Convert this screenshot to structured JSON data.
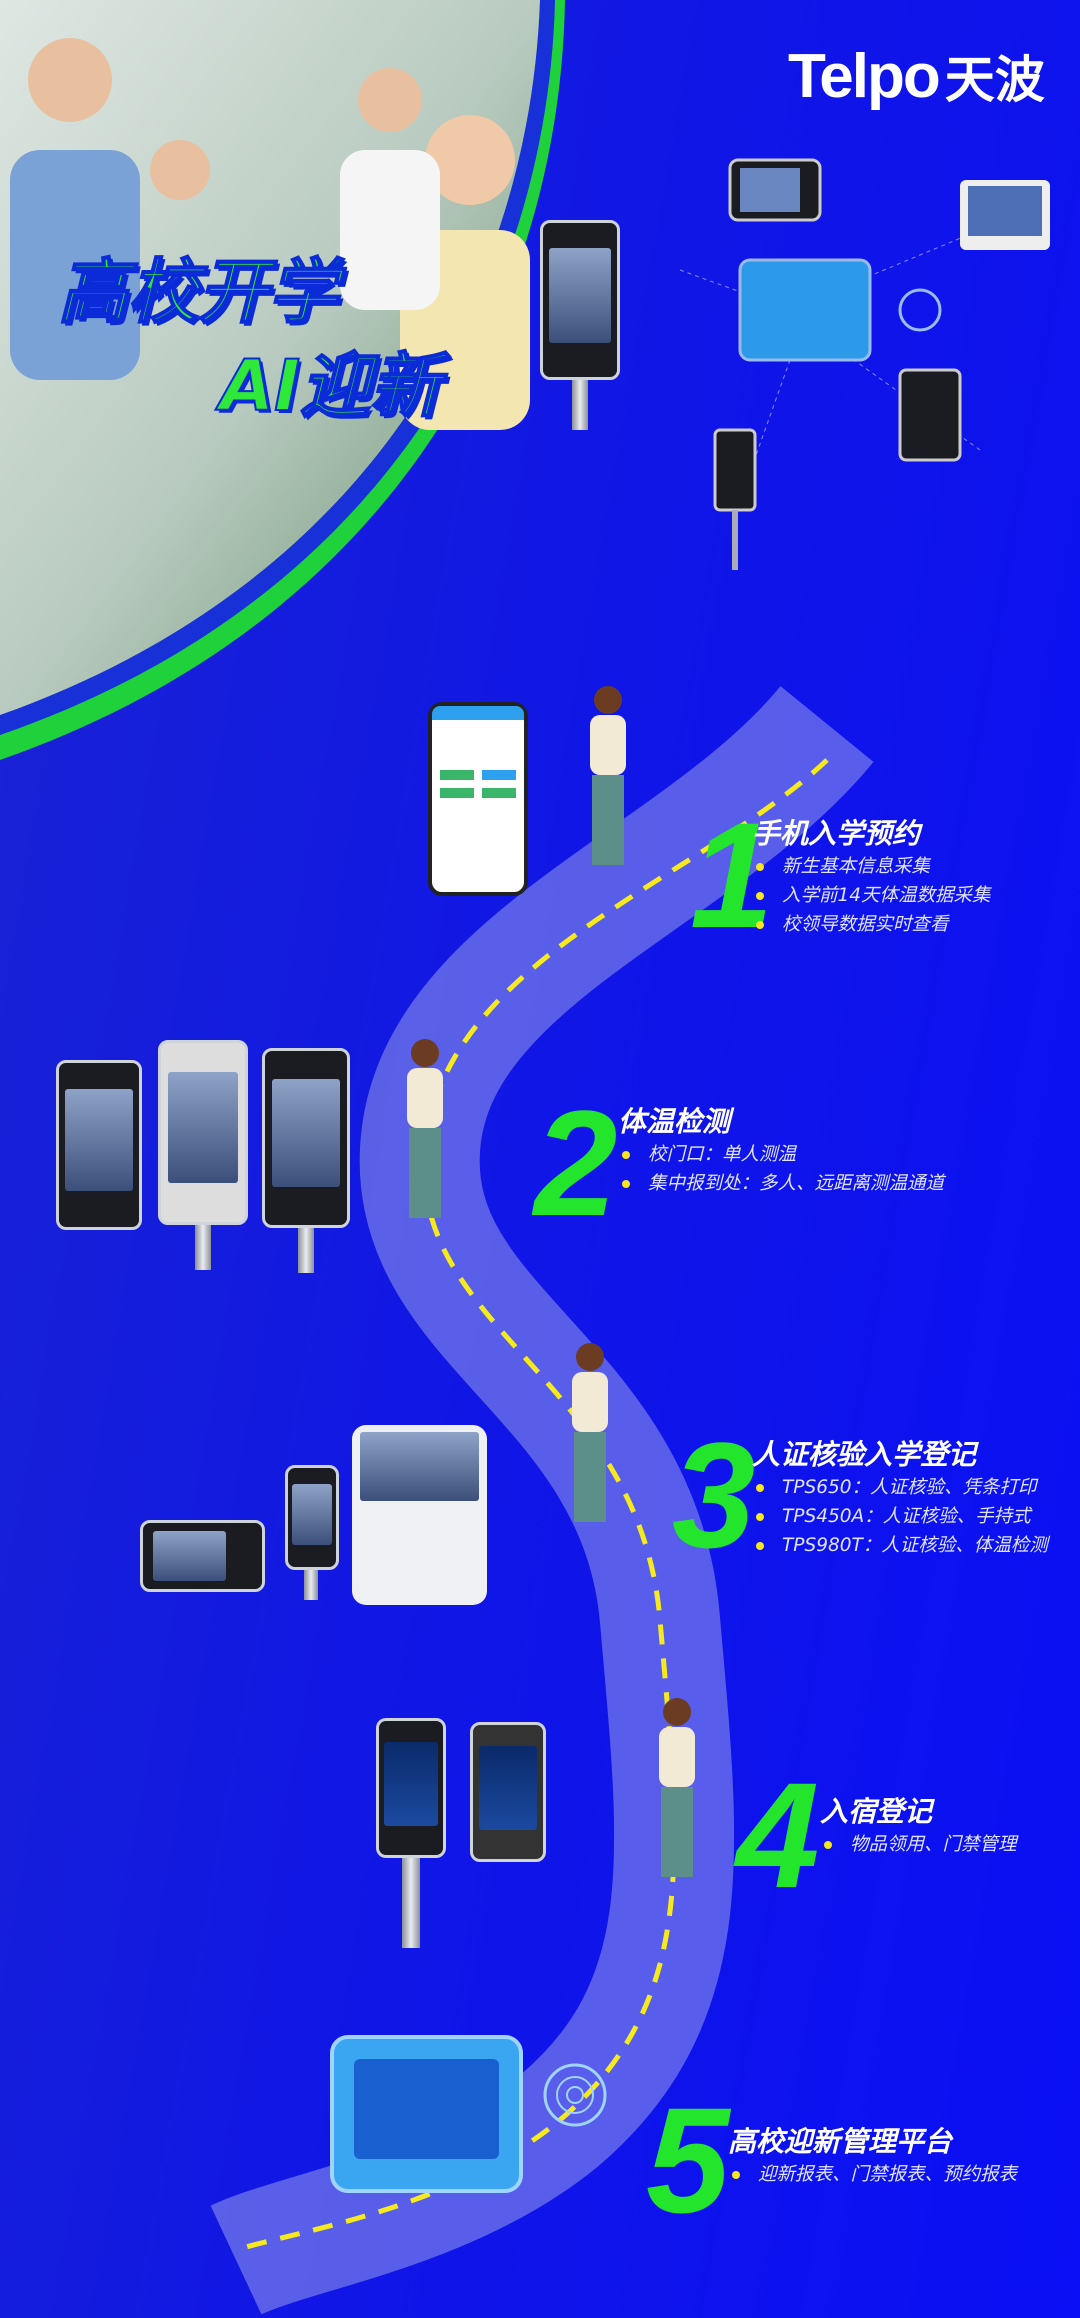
{
  "brand": {
    "logo_text": "Telpo",
    "logo_cn": "天波"
  },
  "hero": {
    "title_line1": "高校开学",
    "title_line2": "AI迎新"
  },
  "colors": {
    "background": "#1016e6",
    "accent_green": "#22e52c",
    "bullet_yellow": "#f7e61b",
    "road": "#6a6fd6"
  },
  "steps": [
    {
      "number": "1",
      "title": "手机入学预约",
      "bullets": [
        "新生基本信息采集",
        "入学前14天体温数据采集",
        "校领导数据实时查看"
      ]
    },
    {
      "number": "2",
      "title": "体温检测",
      "bullets": [
        "校门口：单人测温",
        "集中报到处：多人、远距离测温通道"
      ]
    },
    {
      "number": "3",
      "title": "人证核验入学登记",
      "bullets": [
        "TPS650：人证核验、凭条打印",
        "TPS450A：人证核验、手持式",
        "TPS980T：人证核验、体温检测"
      ]
    },
    {
      "number": "4",
      "title": "入宿登记",
      "bullets": [
        "物品领用、门禁管理"
      ]
    },
    {
      "number": "5",
      "title": "高校迎新管理平台",
      "bullets": [
        "迎新报表、门禁报表、预约报表"
      ]
    }
  ]
}
